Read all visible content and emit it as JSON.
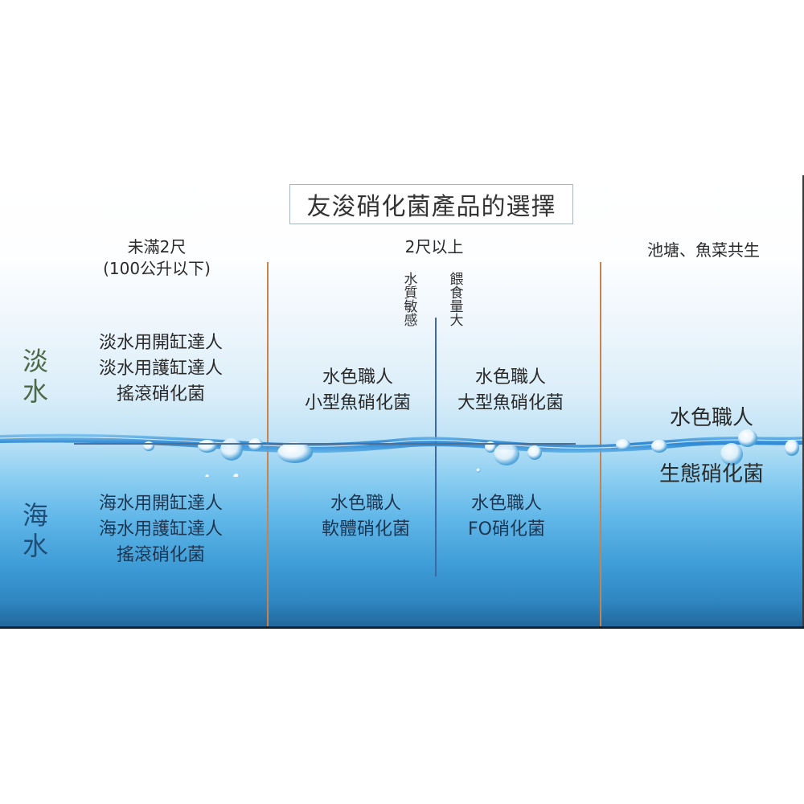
{
  "title": "友浚硝化菌產品的選擇",
  "columns": [
    {
      "header_line1": "未滿2尺",
      "header_line2": "(100公升以下)"
    },
    {
      "header_line1": "2尺以上"
    },
    {
      "header_line1": "池塘、魚菜共生"
    }
  ],
  "sub_columns": {
    "left_label": "水質敏感",
    "right_label": "餵食量大"
  },
  "row_labels": {
    "freshwater": "淡水",
    "saltwater": "海水"
  },
  "cells": {
    "fresh_small": [
      "淡水用開缸達人",
      "淡水用護缸達人",
      "搖滾硝化菌"
    ],
    "fresh_sensitive": [
      "水色職人",
      "小型魚硝化菌"
    ],
    "fresh_heavy_feed": [
      "水色職人",
      "大型魚硝化菌"
    ],
    "salt_small": [
      "海水用開缸達人",
      "海水用護缸達人",
      "搖滾硝化菌"
    ],
    "salt_sensitive": [
      "水色職人",
      "軟體硝化菌"
    ],
    "salt_heavy_feed": [
      "水色職人",
      "FO硝化菌"
    ],
    "pond": [
      "水色職人",
      "生態硝化菌"
    ]
  },
  "colors": {
    "divider_orange": "#c9824a",
    "divider_blue": "#3d6aa7",
    "freshwater_label": "#4e6a4a",
    "saltwater_label": "#1f4f78"
  }
}
